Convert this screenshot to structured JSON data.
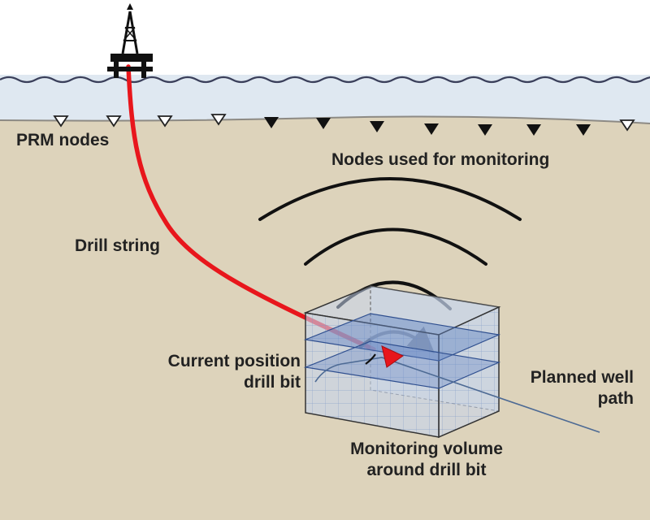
{
  "labels": {
    "prm_nodes": "PRM nodes",
    "nodes_monitoring": "Nodes used for monitoring",
    "drill_string": "Drill string",
    "current_position_l1": "Current position",
    "current_position_l2": "drill bit",
    "planned_well_l1": "Planned well",
    "planned_well_l2": "path",
    "monitoring_volume_l1": "Monitoring volume",
    "monitoring_volume_l2": "around drill bit"
  },
  "colors": {
    "sea": "#dfe8f1",
    "seabed": "#ddd3bb",
    "wave": "#3a3f5a",
    "drill_string": "#e8161c",
    "arcs": "#111111",
    "box_fill": "#c6d6ee",
    "box_edge": "#333333",
    "slice": "#5f82c4"
  },
  "icons": {
    "rig": "drilling-rig-icon",
    "passive_node": "hollow-triangle-node-icon",
    "active_node": "filled-triangle-node-icon"
  }
}
